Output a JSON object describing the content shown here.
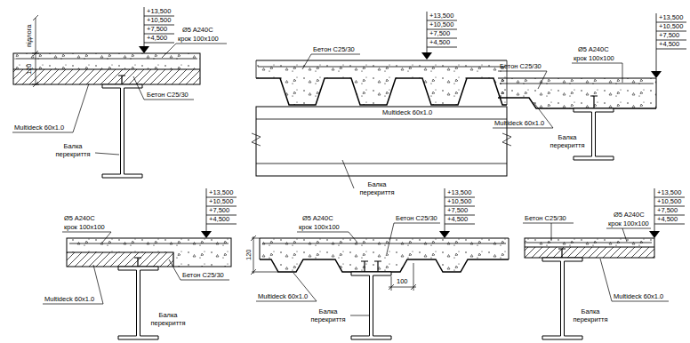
{
  "diagram": {
    "labels": [
      "+13,500",
      "+10,500",
      "+7,500",
      "+4,500",
      "підлога",
      "120",
      "Ø5 A240C",
      "крок 100x100",
      "Бетон C25/30",
      "Multideck 60x1.0",
      "Балка перекриття",
      "+13,500",
      "+10,500",
      "+7,500",
      "+4,500",
      "Бетон C25/30",
      "Multideck 60x1.0",
      "Балка перекриття",
      "+13,500",
      "+10,500",
      "+7,500",
      "+4,500",
      "Ø5 A240C",
      "крок 100x100",
      "Бетон C25/30",
      "Multideck 60x1.0",
      "Балка перекриття",
      "+13,500",
      "+10,500",
      "+7,500",
      "+4,500",
      "Ø5 A240C",
      "крок 100x100",
      "Бетон C25/30",
      "Multideck 60x1.0",
      "Балка перекриття",
      "+13,500",
      "+10,500",
      "+7,500",
      "+4,500",
      "120",
      "Ø5 A240C",
      "крок 100x100",
      "Бетон C25/30",
      "100",
      "Multideck 60x1.0",
      "Балка перекриття",
      "+13,500",
      "+10,500",
      "+7,500",
      "+4,500",
      "Бетон C25/30",
      "Ø5 A240C",
      "крок 100x100",
      "Multideck 60x1.0",
      "Балка перекриття"
    ]
  }
}
